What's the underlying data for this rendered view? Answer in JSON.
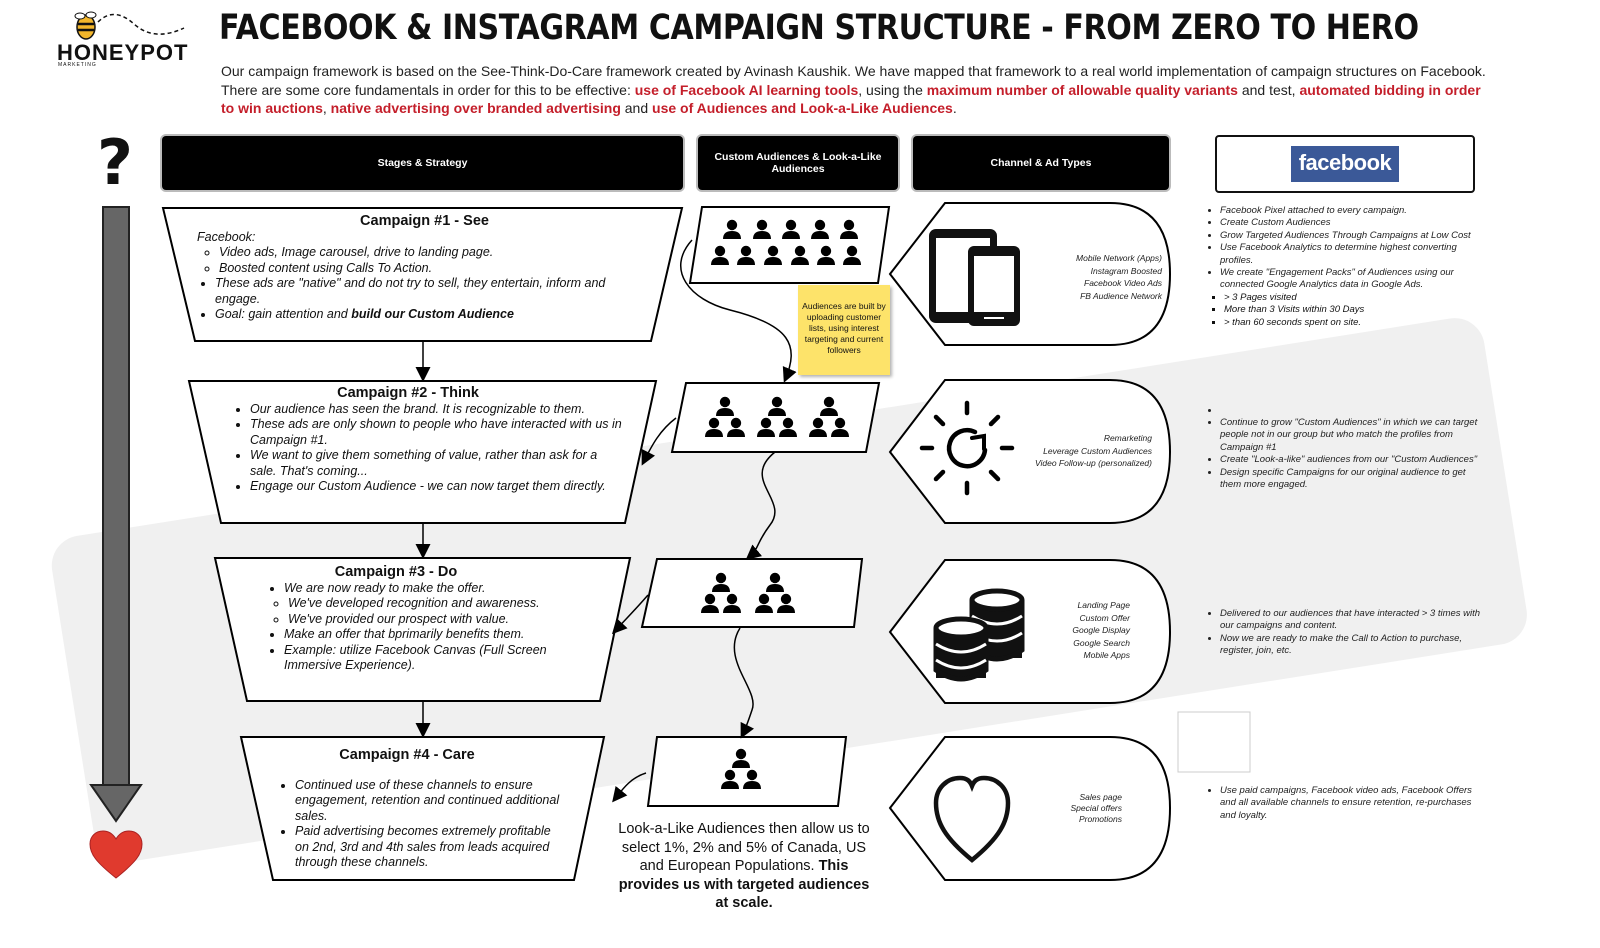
{
  "logo": {
    "wordmark": "HONEYPOT",
    "sub": "MARKETING"
  },
  "title": "FACEBOOK & INSTAGRAM CAMPAIGN STRUCTURE - FROM ZERO TO HERO",
  "intro": {
    "p1": "Our campaign framework is based on the See-Think-Do-Care framework created by Avinash Kaushik. We have mapped that framework to a real world implementation of campaign structures on Facebook. There are some core fundamentals in order for this to be effective: ",
    "h1": "use of Facebook AI learning tools",
    "p2": ", using the ",
    "h2": "maximum number of allowable quality variants",
    "p3": " and test, ",
    "h3": "automated bidding in order to win auctions",
    "p4": ", ",
    "h4": "native advertising over branded advertising",
    "p5": " and ",
    "h5": "use of Audiences and Look-a-Like Audiences",
    "p6": "."
  },
  "question_mark": "?",
  "headers": {
    "stages": "Stages & Strategy",
    "audiences": "Custom Audiences & Look-a-Like Audiences",
    "channel": "Channel & Ad Types",
    "facebook": "facebook"
  },
  "campaigns": [
    {
      "title": "Campaign #1 - See",
      "lead": "Facebook:",
      "sub": [
        "Video ads, Image carousel, drive to landing page.",
        "Boosted content using Calls To Action."
      ],
      "bullets": [
        "These ads are \"native\" and do not try to sell, they entertain, inform and engage."
      ],
      "goal_text": "Goal: gain attention and ",
      "goal_bold": "build our Custom Audience"
    },
    {
      "title": "Campaign #2 - Think",
      "bullets": [
        "Our audience has seen the brand. It is recognizable to them.",
        "These ads are only shown to people who have interacted with us in Campaign #1.",
        "We want to give them something of value, rather than ask for a sale. That's coming...",
        "Engage our Custom Audience - we can now target them directly."
      ]
    },
    {
      "title": "Campaign #3 - Do",
      "bullet1": "We are now ready to make the offer.",
      "sub": [
        "We've developed recognition and awareness.",
        "We've provided our prospect with value."
      ],
      "bullets": [
        "Make an offer that bprimarily benefits them.",
        "Example: utilize Facebook Canvas (Full Screen Immersive Experience)."
      ]
    },
    {
      "title": "Campaign #4 - Care",
      "bullets": [
        "Continued use of these channels to ensure engagement, retention and continued additional sales.",
        "Paid advertising becomes extremely profitable on 2nd, 3rd and 4th sales from leads acquired through these channels."
      ]
    }
  ],
  "sticky_note": "Audiences are built by uploading customer lists, using interest targeting and current followers",
  "lookalike_text": "Look-a-Like Audiences then allow us to select 1%, 2% and 5% of Canada, US and European Populations. ",
  "lookalike_bold": "This provides us with targeted audiences at scale.",
  "channels": [
    [
      "Mobile Network (Apps)",
      "Instagram Boosted",
      "Facebook Video Ads",
      "FB Audience Network"
    ],
    [
      "Remarketing",
      "Leverage Custom Audiences",
      "Video Follow-up (personalized)"
    ],
    [
      "Landing Page",
      "Custom Offer",
      "Google Display",
      "Google Search",
      "Mobile Apps"
    ],
    [
      "Sales page",
      "Special offers",
      "Promotions"
    ]
  ],
  "notes": {
    "n1": [
      "Facebook Pixel attached to every campaign.",
      "Create Custom Audiences",
      "Grow  Targeted Audiences Through Campaigns at Low Cost",
      "Use Facebook Analytics to determine highest converting profiles.",
      "We create \"Engagement Packs\" of Audiences using our connected Google Analytics data in Google Ads."
    ],
    "n1_sub": [
      "> 3 Pages visited",
      "More than 3 Visits within 30 Days",
      "> than 60 seconds spent on site."
    ],
    "n2": [
      "",
      "Continue to grow \"Custom Audiences\" in which we can target people not in our group but who match the profiles from Campaign #1",
      "Create \"Look-a-like\" audiences from our \"Custom Audiences\"",
      "Design specific Campaigns for our original audience to get them more engaged."
    ],
    "n3": [
      "Delivered to our audiences that have interacted > 3 times with our campaigns and content.",
      "Now we are ready to make the Call to Action to purchase, register, join, etc."
    ],
    "n4": [
      "Use paid campaigns, Facebook video ads, Facebook Offers and all available channels to ensure retention, re-purchases and loyalty."
    ]
  },
  "icons": [
    "bee-icon",
    "question-mark-icon",
    "down-arrow-icon",
    "heart-icon",
    "audience-group-icon",
    "mobile-devices-icon",
    "sun-refresh-icon",
    "coin-stack-icon",
    "heart-outline-icon"
  ],
  "colors": {
    "highlight_red": "#c41e2a",
    "facebook_blue": "#3b5998",
    "sticky_yellow": "#fde36a",
    "arrow_gray": "#666666",
    "heart_red": "#e03a2e"
  }
}
